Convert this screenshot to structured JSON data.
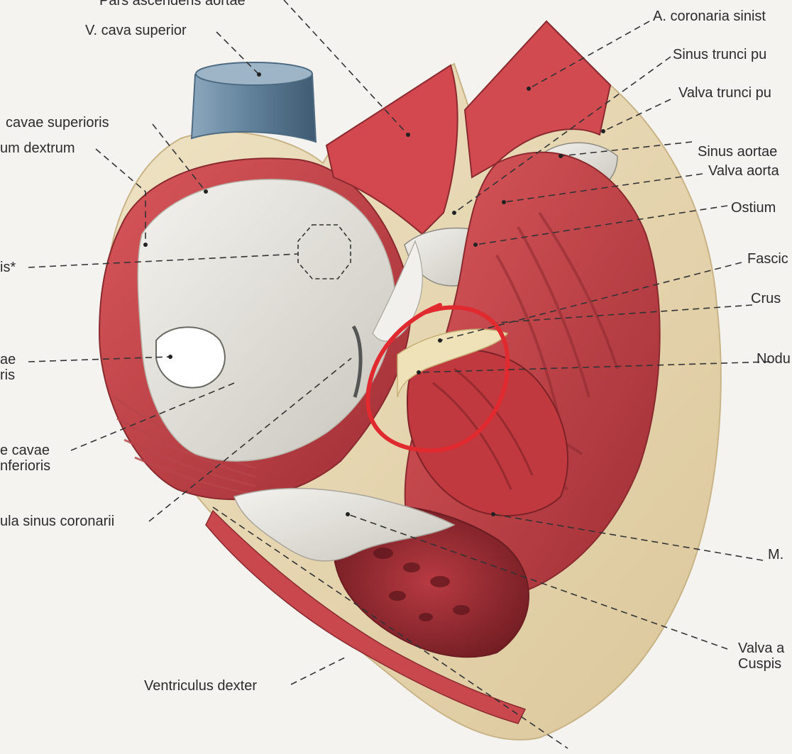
{
  "colors": {
    "background": "#f4f3ef",
    "myocardium": "#c6434a",
    "myocardium_dark": "#8e2a30",
    "pericardium_fat": "#eadcb7",
    "endocardium": "#e7e5dd",
    "vena_cava_blue": "#6f8fa8",
    "annotation_red": "#e02a30",
    "leader_line": "#333333"
  },
  "labels": {
    "pars_ascendens": "Pars ascendens aortae",
    "v_cava_superior": "V. cava superior",
    "ostium_cavae_superioris": "cavae superioris",
    "atrium_dextrum": "um dextrum",
    "fossa_ovalis": "is*",
    "ostium_vcinf_line1": "ae",
    "ostium_vcinf_line2": "ris",
    "valvula_vcinf_line1": "e cavae",
    "valvula_vcinf_line2": "nferioris",
    "valvula_sinus_coronarii": "ula sinus coronarii",
    "ventriculus_dexter": "Ventriculus dexter",
    "a_coronaria_sinistra": "A. coronaria sinist",
    "sinus_trunci_pulmonalis": "Sinus trunci pu",
    "valva_trunci_pulmonalis": "Valva trunci pu",
    "sinus_aortae": "Sinus aortae",
    "valva_aortae": "Valva aorta",
    "ostium": "Ostium",
    "fascic": "Fascic",
    "crus": "Crus",
    "nodus": "Nodu",
    "m_papillaris": "M.",
    "valva_atrioventricularis_line1": "Valva a",
    "valva_atrioventricularis_line2": "Cuspis"
  }
}
